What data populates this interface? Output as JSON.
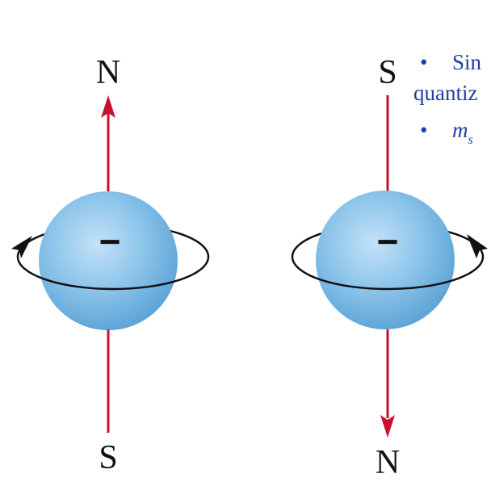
{
  "left_electron": {
    "top_pole": "N",
    "bottom_pole": "S",
    "charge": "−"
  },
  "right_electron": {
    "top_pole": "S",
    "bottom_pole": "N",
    "charge": "−"
  },
  "slide_text": {
    "bullet": "•",
    "line1": "Sin",
    "line2": "quantiz",
    "ms_symbol": "m",
    "ms_subscript": "s"
  },
  "colors": {
    "field_arrow": "#c8102e",
    "sphere_fill": "#8cc4ea",
    "sphere_highlight": "#c3e2f7",
    "spin_arrow": "#111111",
    "text_blue": "#1f3fa8"
  },
  "icons": [
    "magnetic-field-arrow-icon",
    "spin-direction-arrow-icon",
    "electron-sphere-icon"
  ]
}
